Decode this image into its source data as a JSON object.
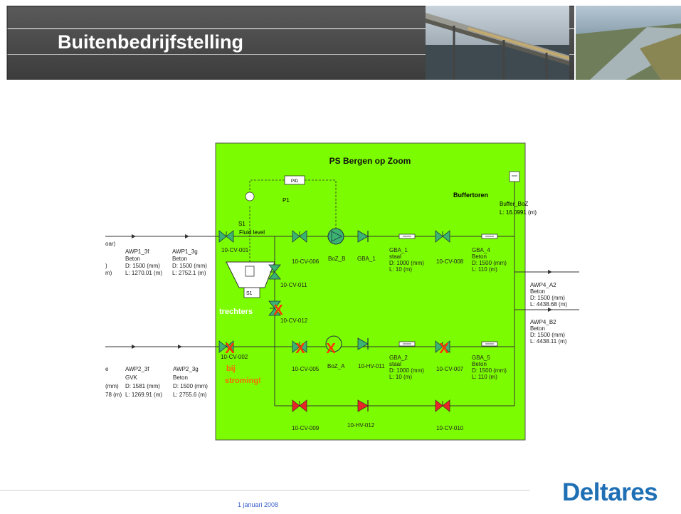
{
  "slide": {
    "title": "Buitenbedrijfstelling",
    "date": "1 januari 2008",
    "logo": "Deltares"
  },
  "diagram": {
    "station_title": "PS Bergen op Zoom",
    "pid_label": "PID",
    "p1_label": "P1",
    "s1_label": "S1",
    "fluid_level_label": "Fluid level",
    "s1_tank_label": "S1",
    "buffertoren": "Buffertoren",
    "buffer_name": "Buffer_BoZ",
    "buffer_level": "L: 16.0991 (m)",
    "trechters": "trechters",
    "bij": "bij",
    "stroming": "stroming!",
    "left_cut": {
      "top": "oar)",
      "r1": ")",
      "r2": "m)",
      "b1": "e",
      "b2": "(mm)",
      "b3": "78 (m)"
    },
    "pipes": {
      "awp1_3f": [
        "AWP1_3f",
        "Beton",
        "D: 1500 (mm)",
        "L: 1270.01 (m)"
      ],
      "awp1_3g": [
        "AWP1_3g",
        "Beton",
        "D: 1500 (mm)",
        "L: 2752.1 (m)"
      ],
      "awp2_3f": [
        "AWP2_3f",
        "GVK",
        "D: 1581 (mm)",
        "L: 1269.91 (m)"
      ],
      "awp2_3g": [
        "AWP2_3g",
        "Beton",
        "D: 1500 (mm)",
        "L: 2755.6 (m)"
      ],
      "gba_1d": [
        "GBA_1",
        "staal",
        "D: 1000 (mm)",
        "L: 10 (m)"
      ],
      "gba_4": [
        "GBA_4",
        "Beton",
        "D: 1500 (mm)",
        "L: 110 (m)"
      ],
      "gba_2d": [
        "GBA_2",
        "staal",
        "D: 1000 (mm)",
        "L: 10 (m)"
      ],
      "gba_5": [
        "GBA_5",
        "Beton",
        "D: 1500 (mm)",
        "L: 110 (m)"
      ],
      "awp4_a2": [
        "AWP4_A2",
        "Beton",
        "D: 1500 (mm)",
        "L: 4438.68 (m)"
      ],
      "awp4_b2": [
        "AWP4_B2",
        "Beton",
        "D: 1500 (mm)",
        "L: 4438.11 (m)"
      ]
    },
    "labels": {
      "cv001": "10-CV-001",
      "cv006": "10-CV-006",
      "boz_b": "BoZ_B",
      "gba1": "GBA_1",
      "cv008": "10-CV-008",
      "cv011": "10-CV-011",
      "cv012": "10-CV-012",
      "cv002": "10-CV-002",
      "cv005": "10-CV-005",
      "boz_a": "BoZ_A",
      "hv011": "10-HV-011",
      "cv007": "10-CV-007",
      "cv009": "10-CV-009",
      "hv012": "10-HV-012",
      "cv010": "10-CV-010"
    },
    "x_mark": "X",
    "colors": {
      "box_fill": "#7cfc00",
      "valve_green": "#3cb371",
      "valve_red": "#e8262a",
      "x_mark": "#ff3300",
      "warn_text": "#ff6600",
      "title_bar": "#4a4a4a"
    }
  }
}
